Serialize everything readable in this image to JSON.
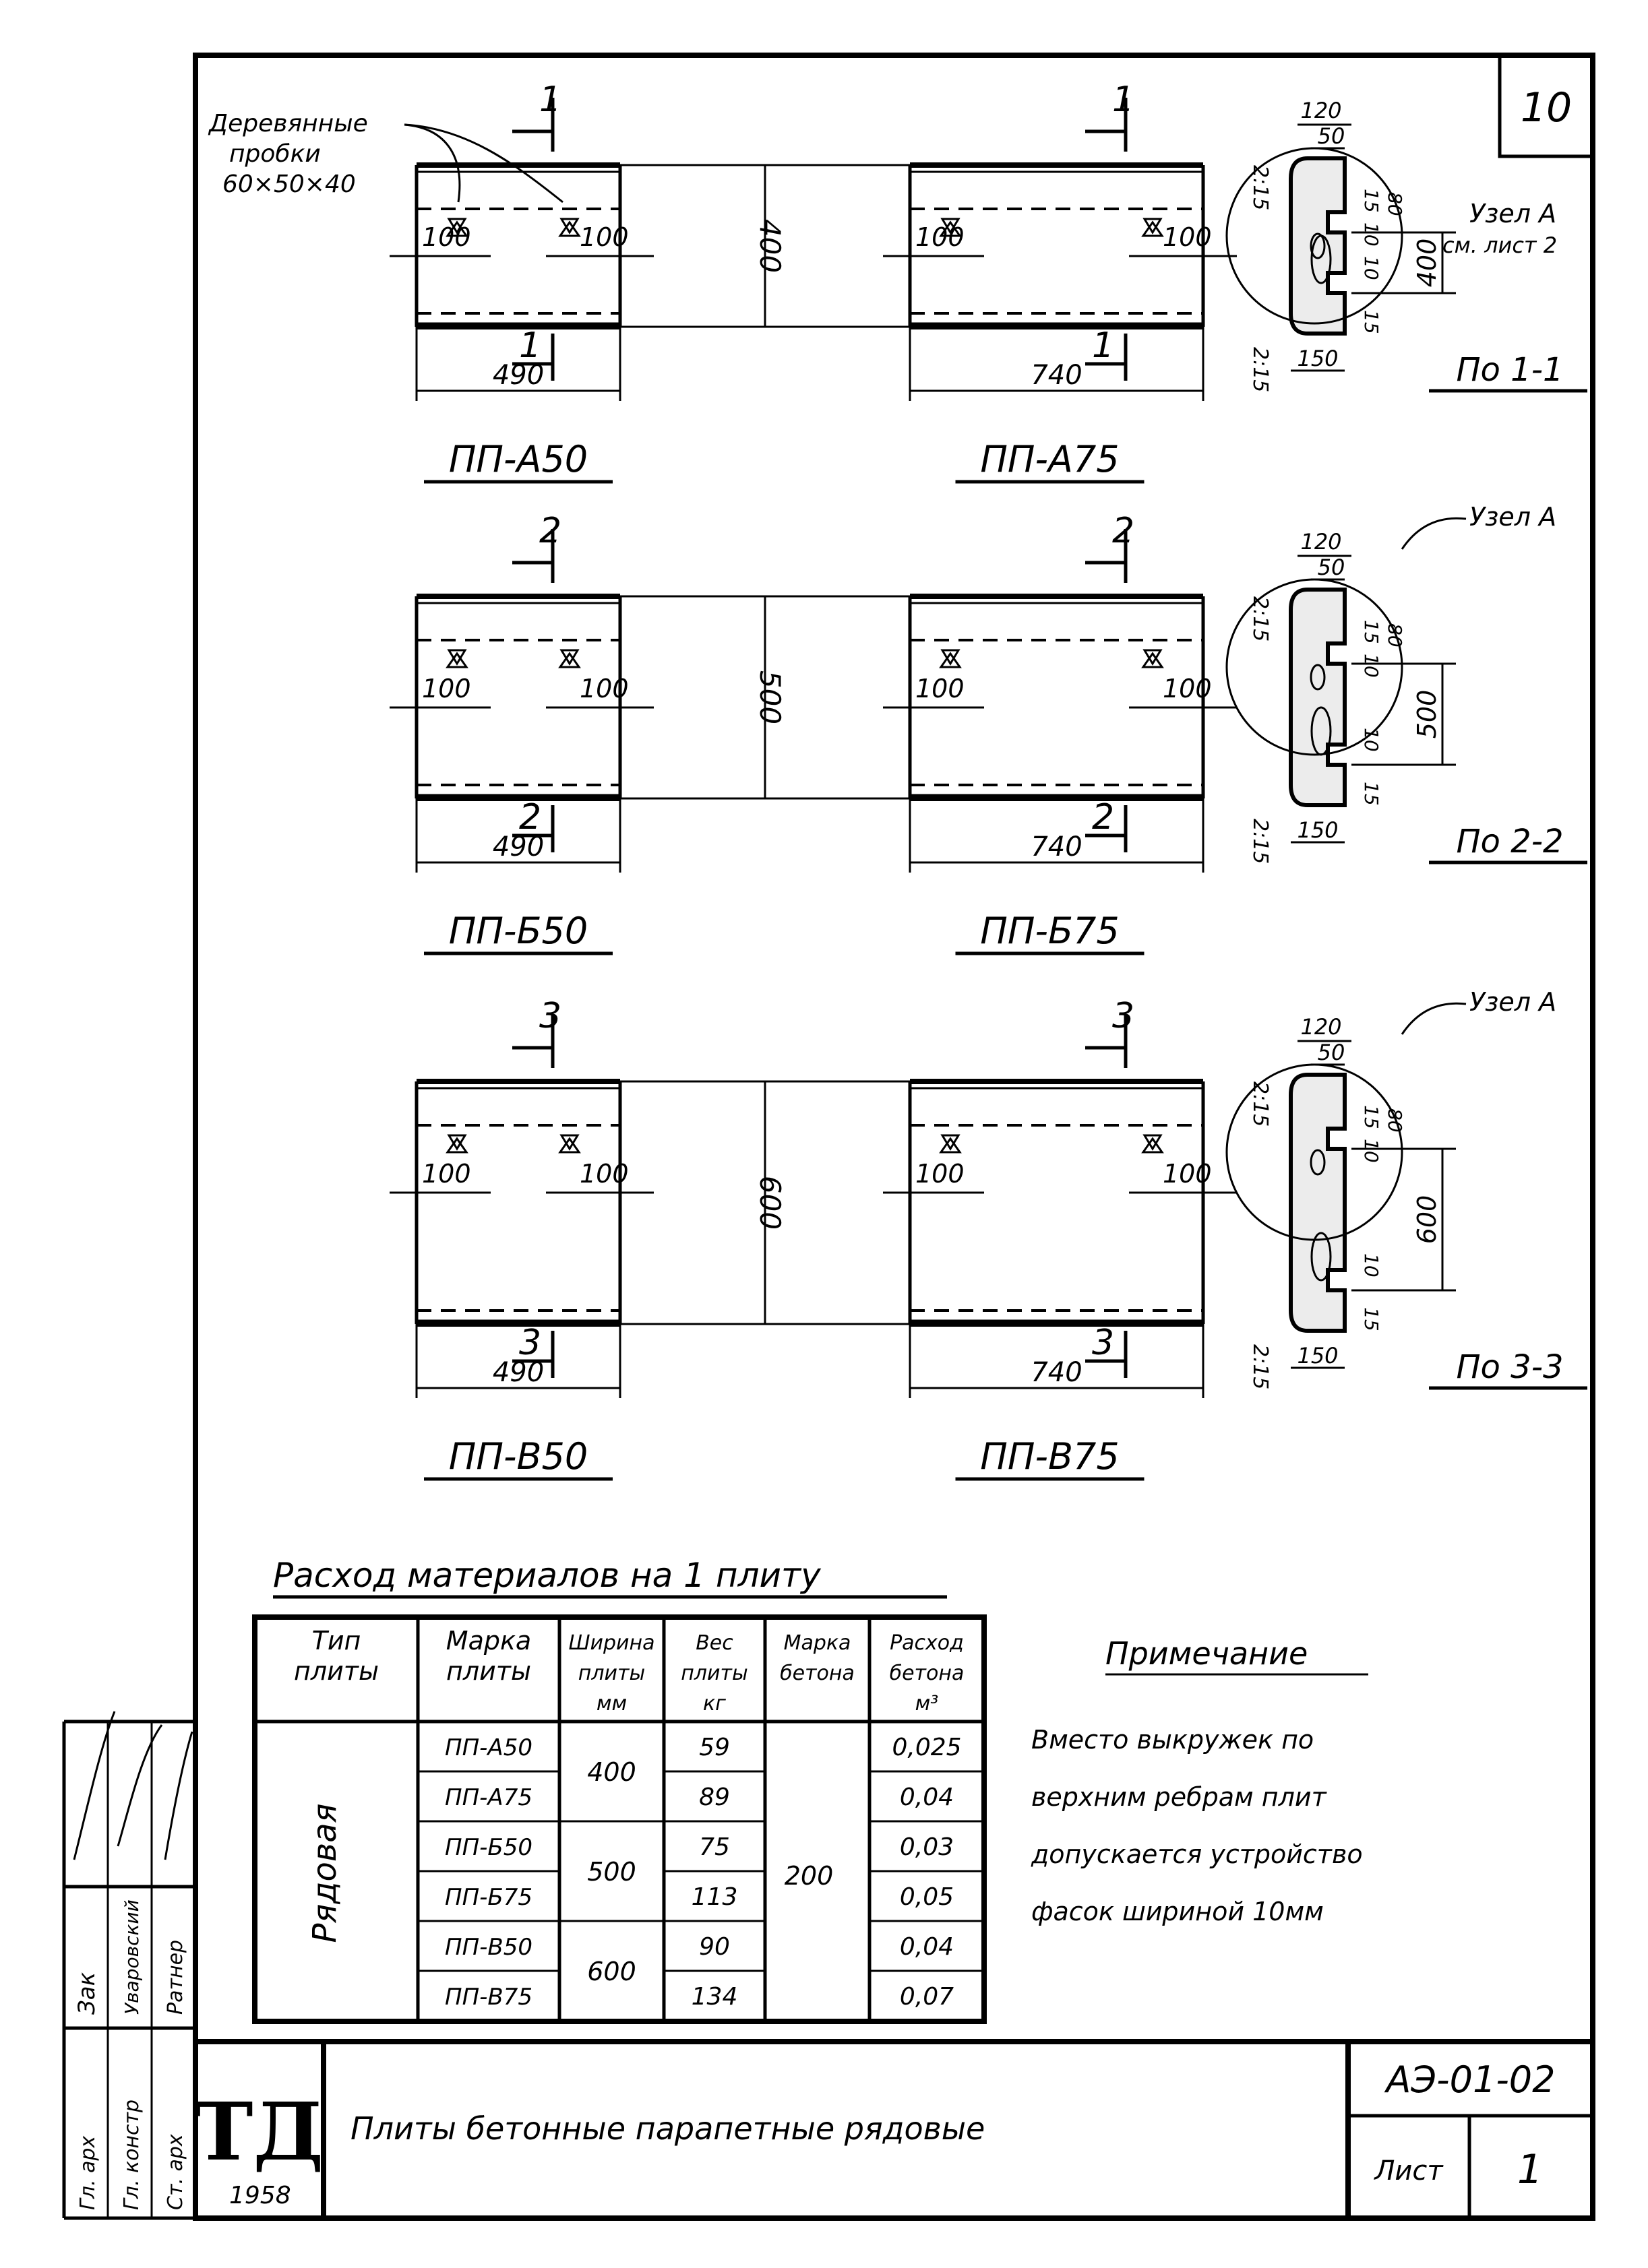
{
  "sheet": {
    "page_number": "10",
    "drawing_code": "АЭ-01-02",
    "sheet_label": "Лист",
    "sheet_number": "1",
    "title": "Плиты бетонные парапетные рядовые",
    "stamp_logo": "ТД",
    "year": "1958",
    "side_stamp": [
      "Зак",
      "Гл. арх",
      "Гл. констр",
      "Уваровский",
      "Ст. арх",
      "Ратнер"
    ]
  },
  "callouts": {
    "wood_plugs": [
      "Деревянные",
      "пробки",
      "60×50×40"
    ],
    "node_a": "Узел А",
    "see_sheet": "см. лист 2"
  },
  "rows": [
    {
      "section": "1",
      "height": "400",
      "plates": [
        {
          "mark": "ПП-А50",
          "width": "490",
          "offset_left": "100",
          "offset_right": "100"
        },
        {
          "mark": "ПП-А75",
          "width": "740",
          "offset_left": "100",
          "offset_right": "100"
        }
      ],
      "profile": {
        "top": "120",
        "step": "50",
        "d15a": "15",
        "d10a": "10",
        "d80": "80",
        "d10b": "10",
        "d15b": "15",
        "bottom": "150",
        "slope": "2:15",
        "caption": "По 1-1"
      }
    },
    {
      "section": "2",
      "height": "500",
      "plates": [
        {
          "mark": "ПП-Б50",
          "width": "490",
          "offset_left": "100",
          "offset_right": "100"
        },
        {
          "mark": "ПП-Б75",
          "width": "740",
          "offset_left": "100",
          "offset_right": "100"
        }
      ],
      "profile": {
        "top": "120",
        "step": "50",
        "d15a": "15",
        "d10a": "10",
        "d80": "80",
        "d10b": "10",
        "d15b": "15",
        "bottom": "150",
        "slope": "2:15",
        "caption": "По 2-2"
      }
    },
    {
      "section": "3",
      "height": "600",
      "plates": [
        {
          "mark": "ПП-В50",
          "width": "490",
          "offset_left": "100",
          "offset_right": "100"
        },
        {
          "mark": "ПП-В75",
          "width": "740",
          "offset_left": "100",
          "offset_right": "100"
        }
      ],
      "profile": {
        "top": "120",
        "step": "50",
        "d15a": "15",
        "d10a": "10",
        "d80": "80",
        "d10b": "10",
        "d15b": "15",
        "bottom": "150",
        "slope": "2:15",
        "caption": "По 3-3"
      }
    }
  ],
  "table": {
    "title": "Расход материалов на 1 плиту",
    "headers": [
      [
        "Тип",
        "плиты"
      ],
      [
        "Марка",
        "плиты"
      ],
      [
        "Ширина",
        "плиты",
        "мм"
      ],
      [
        "Вес",
        "плиты",
        "кг"
      ],
      [
        "Марка",
        "бетона"
      ],
      [
        "Расход",
        "бетона",
        "м³"
      ]
    ],
    "type_label": "Рядовая",
    "concrete_grade": "200",
    "rows": [
      {
        "mark": "ПП-А50",
        "weight": "59",
        "volume": "0,025"
      },
      {
        "mark": "ПП-А75",
        "weight": "89",
        "volume": "0,04"
      },
      {
        "mark": "ПП-Б50",
        "weight": "75",
        "volume": "0,03"
      },
      {
        "mark": "ПП-Б75",
        "weight": "113",
        "volume": "0,05"
      },
      {
        "mark": "ПП-В50",
        "weight": "90",
        "volume": "0,04"
      },
      {
        "mark": "ПП-В75",
        "weight": "134",
        "volume": "0,07"
      }
    ],
    "widths": [
      "400",
      "500",
      "600"
    ]
  },
  "note": {
    "heading": "Примечание",
    "lines": [
      "Вместо выкружек по",
      "верхним ребрам плит",
      "допускается устройство",
      "фасок шириной 10мм"
    ]
  }
}
